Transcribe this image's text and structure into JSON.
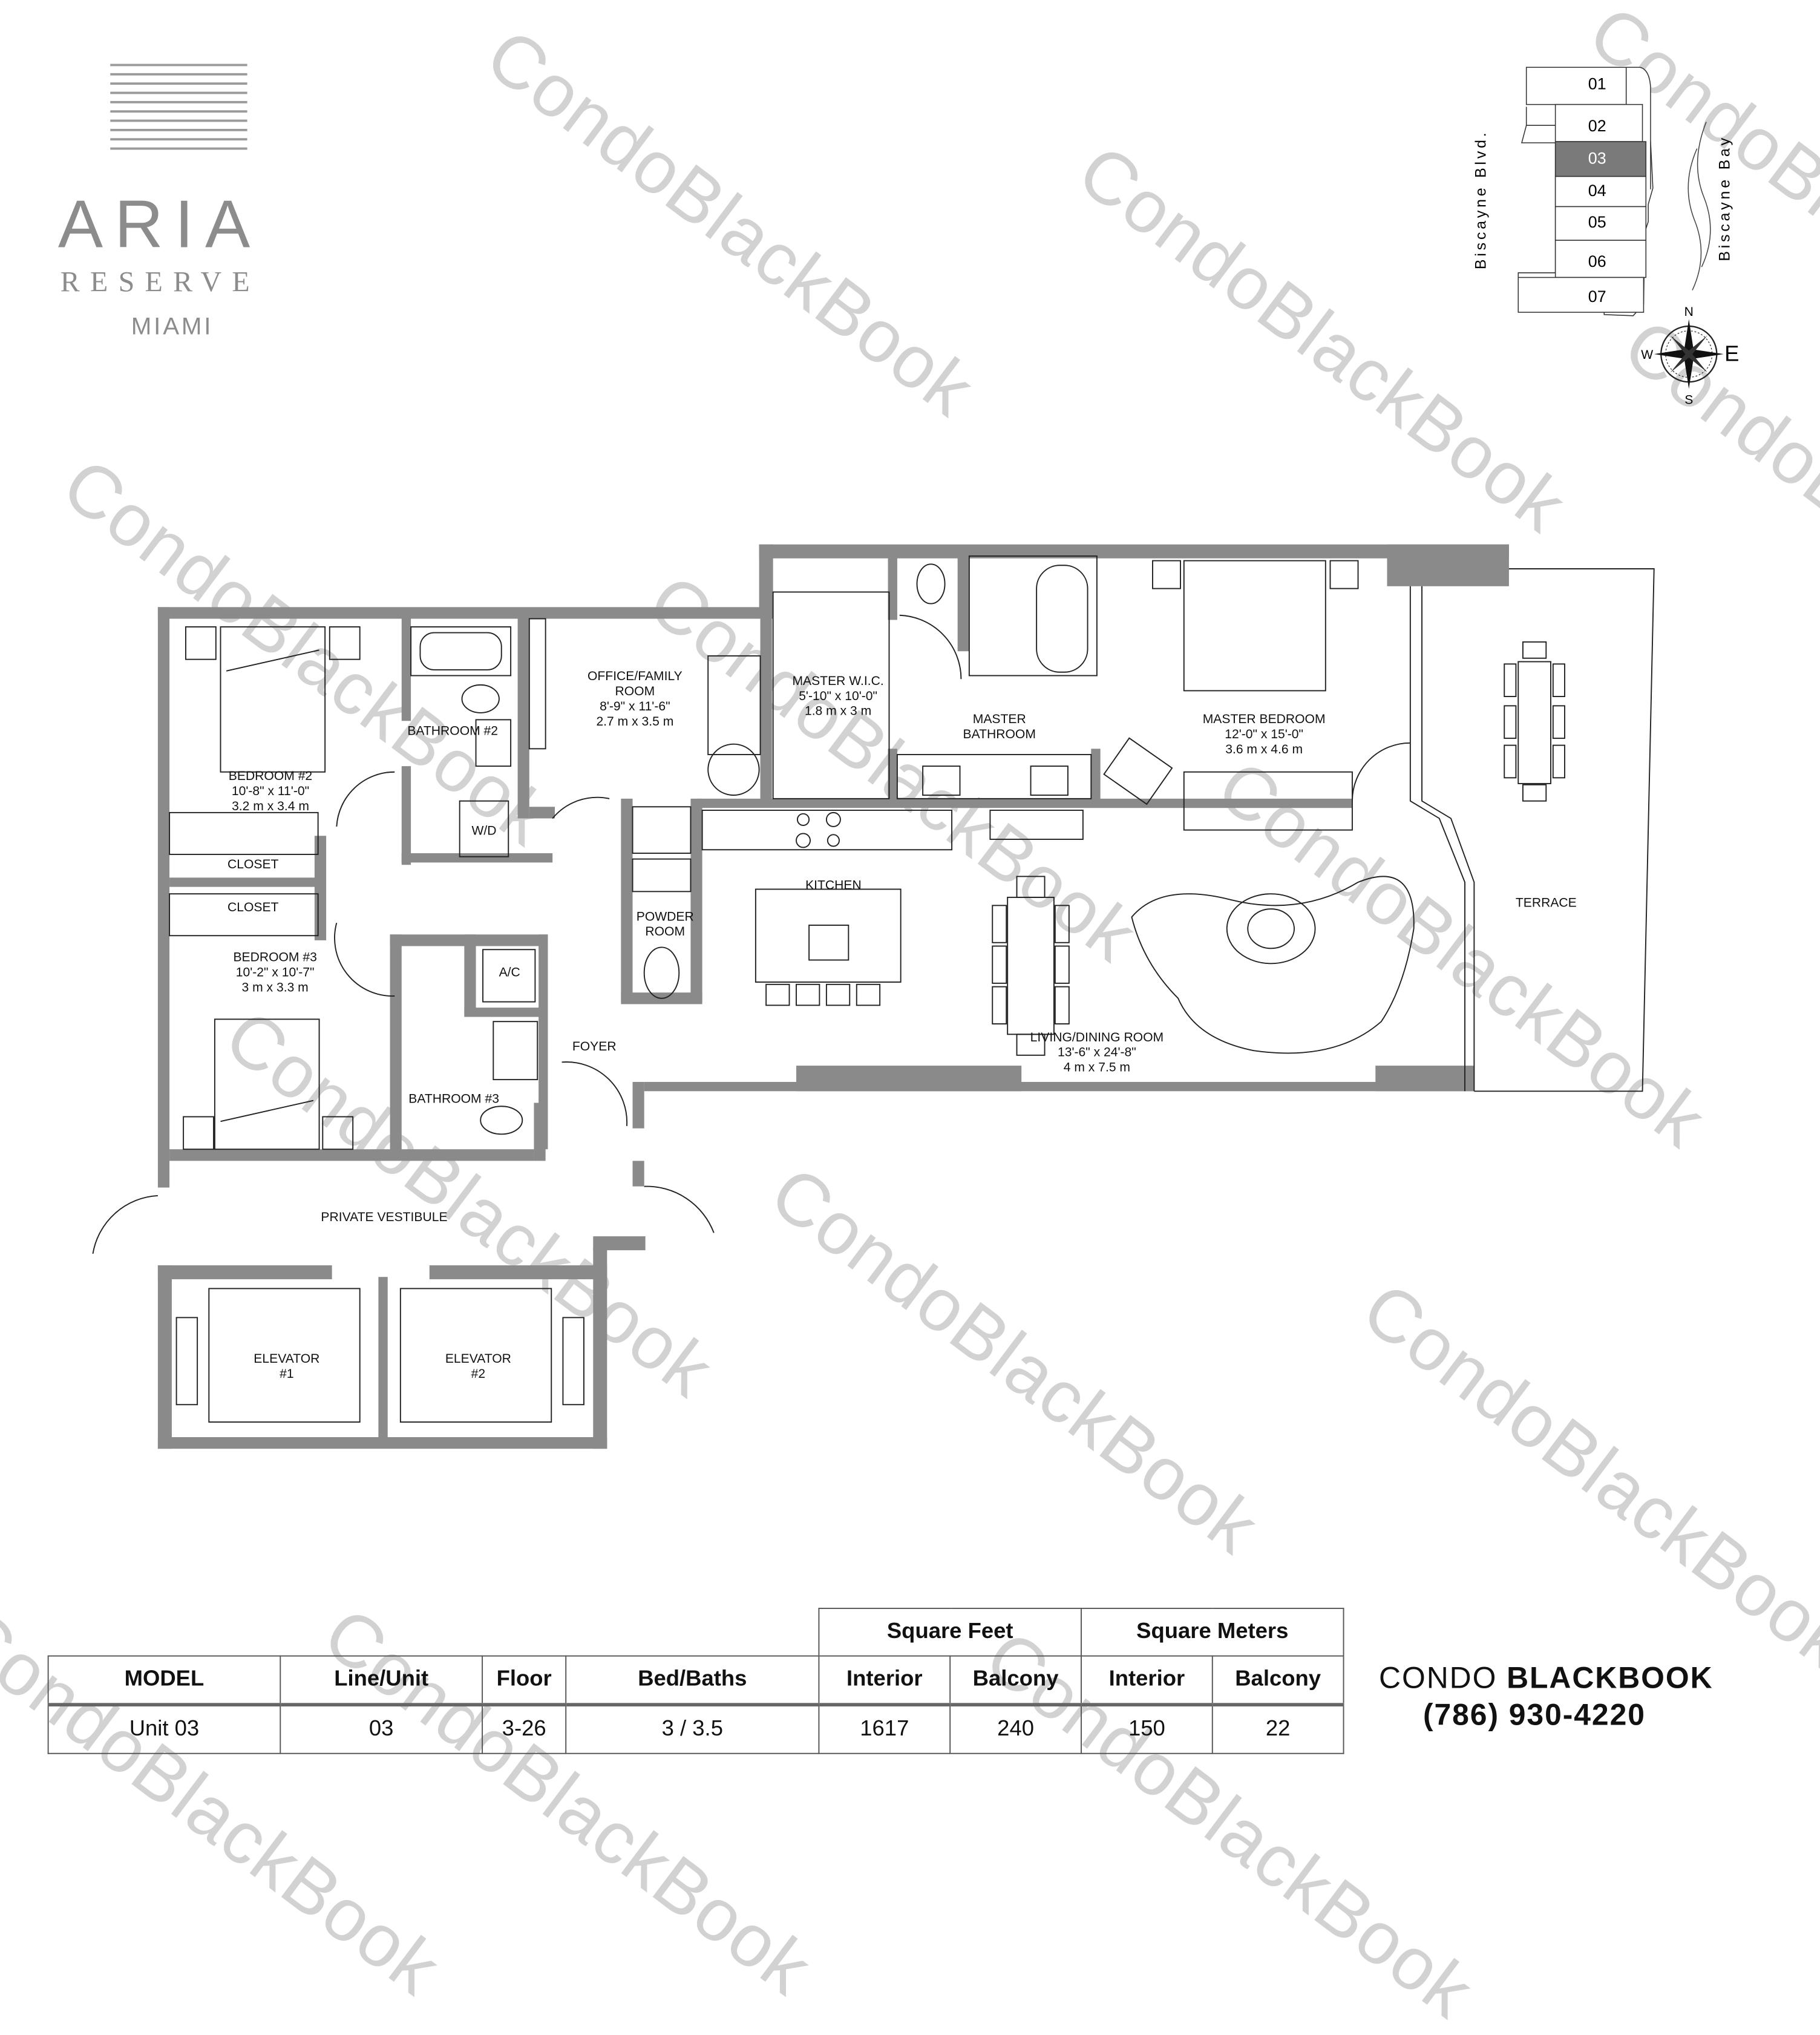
{
  "logo": {
    "name": "ARIA",
    "sub": "RESERVE",
    "city": "MIAMI"
  },
  "keyplan": {
    "units": [
      "01",
      "02",
      "03",
      "04",
      "05",
      "06",
      "07"
    ],
    "highlighted": "03",
    "highlight_color": "#7a7a7a",
    "street_west": "Biscayne Blvd.",
    "water_east": "Biscayne Bay",
    "compass": {
      "n": "N",
      "s": "S",
      "e": "E",
      "w": "W"
    }
  },
  "rooms": {
    "office": [
      "OFFICE/FAMILY",
      "ROOM",
      "8'-9\" x 11'-6\"",
      "2.7 m x 3.5 m"
    ],
    "bath2": [
      "BATHROOM #2"
    ],
    "bed2": [
      "BEDROOM #2",
      "10'-8\" x 11'-0\"",
      "3.2 m x 3.4 m"
    ],
    "wd": [
      "W/D"
    ],
    "closet1": [
      "CLOSET"
    ],
    "closet2": [
      "CLOSET"
    ],
    "bed3": [
      "BEDROOM #3",
      "10'-2\" x 10'-7\"",
      "3 m x 3.3 m"
    ],
    "ac": [
      "A/C"
    ],
    "bath3": [
      "BATHROOM #3"
    ],
    "foyer": [
      "FOYER"
    ],
    "powder": [
      "POWDER",
      "ROOM"
    ],
    "kitchen": [
      "KITCHEN"
    ],
    "wic": [
      "MASTER W.I.C.",
      "5'-10\" x 10'-0\"",
      "1.8 m x 3 m"
    ],
    "mbath": [
      "MASTER",
      "BATHROOM"
    ],
    "mbed": [
      "MASTER BEDROOM",
      "12'-0\" x 15'-0\"",
      "3.6 m x 4.6 m"
    ],
    "living": [
      "LIVING/DINING ROOM",
      "13'-6\" x 24'-8\"",
      "4 m x 7.5 m"
    ],
    "terrace": [
      "TERRACE"
    ],
    "vestibule": [
      "PRIVATE VESTIBULE"
    ],
    "elev1": [
      "ELEVATOR",
      "#1"
    ],
    "elev2": [
      "ELEVATOR",
      "#2"
    ]
  },
  "table": {
    "group_headers": [
      "Square Feet",
      "Square Meters"
    ],
    "headers": [
      "MODEL",
      "Line/Unit",
      "Floor",
      "Bed/Baths",
      "Interior",
      "Balcony",
      "Interior",
      "Balcony"
    ],
    "values": [
      "Unit 03",
      "03",
      "3-26",
      "3 / 3.5",
      "1617",
      "240",
      "150",
      "22"
    ]
  },
  "brand": {
    "light": "CONDO ",
    "bold": "BLACKBOOK",
    "phone": "(786) 930-4220"
  },
  "watermark": "CondoBlackBook",
  "colors": {
    "wall": "#8a8a8a",
    "line": "#222222",
    "watermark": "#d2d2d2"
  }
}
